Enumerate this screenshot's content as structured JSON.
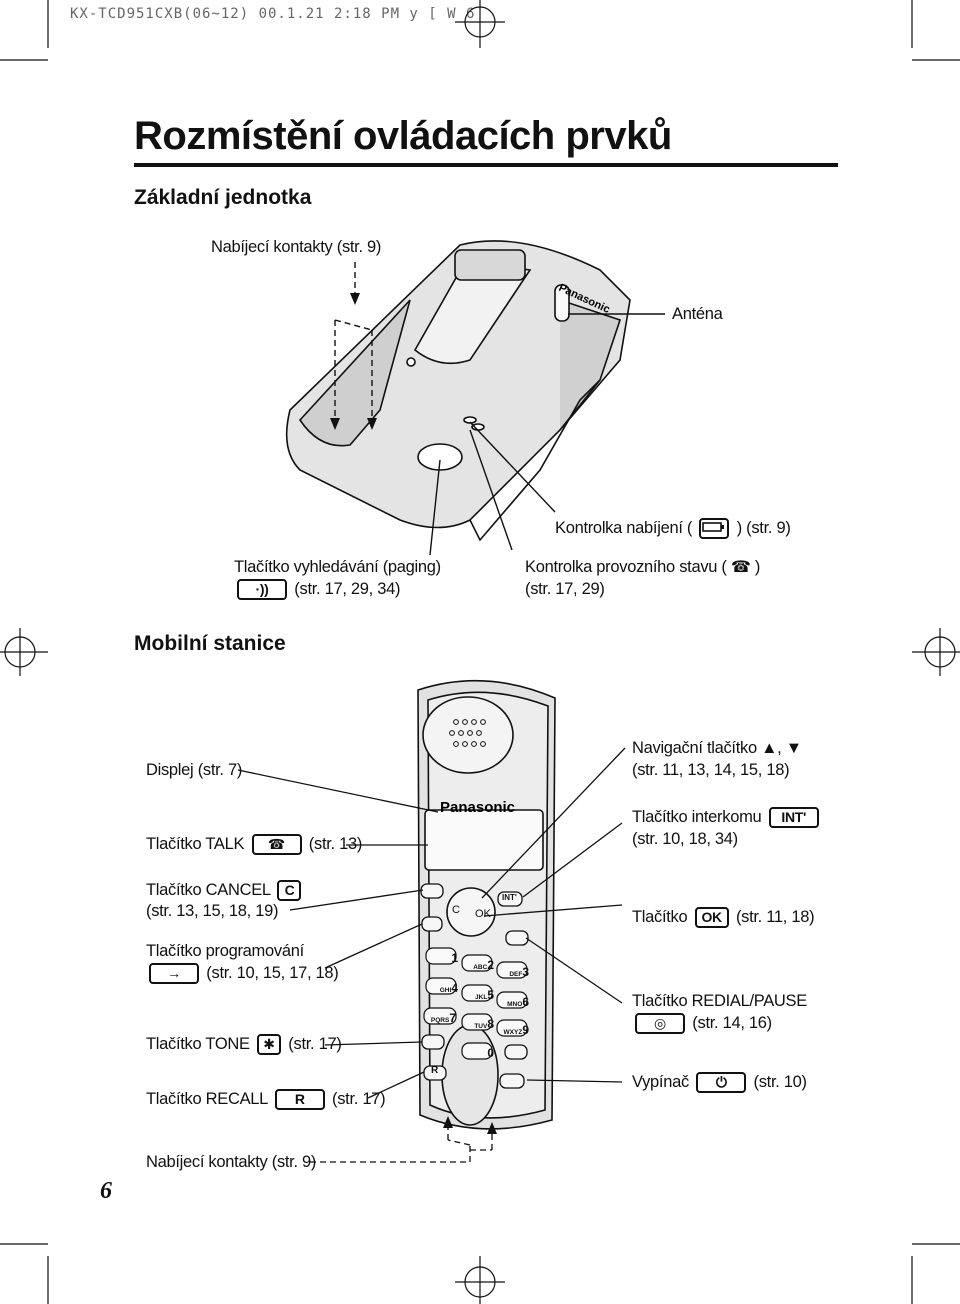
{
  "header": {
    "meta": "KX-TCD951CXB(06~12)  00.1.21 2:18 PM  y [ W  6"
  },
  "page": {
    "title": "Rozmístění ovládacích prvků",
    "number": "6"
  },
  "base_unit": {
    "heading": "Základní jednotka",
    "labels": {
      "charge_contacts": "Nabíjecí kontakty (str. 9)",
      "antenna": "Anténa",
      "charge_indicator_a": "Kontrolka nabíjení (",
      "charge_indicator_b": ") (str. 9)",
      "paging_line1": "Tlačítko vyhledávání (paging)",
      "paging_line2": "(str. 17, 29, 34)",
      "inuse_line1_a": "Kontrolka provozního stavu (",
      "inuse_line1_b": ")",
      "inuse_line2": "(str. 17, 29)"
    },
    "brand": "Panasonic"
  },
  "handset": {
    "heading": "Mobilní stanice",
    "brand": "Panasonic",
    "left_labels": {
      "display": "Displej (str. 7)",
      "talk_a": "Tlačítko TALK",
      "talk_b": "(str. 13)",
      "cancel_line1": "Tlačítko CANCEL",
      "cancel_key": "C",
      "cancel_line2": "(str. 13, 15, 18, 19)",
      "program_line1": "Tlačítko programování",
      "program_line2": "(str. 10, 15, 17, 18)",
      "tone_a": "Tlačítko TONE",
      "tone_b": "(str. 17)",
      "recall_a": "Tlačítko RECALL",
      "recall_key": "R",
      "recall_b": "(str. 17)",
      "charge_contacts": "Nabíjecí kontakty (str. 9)"
    },
    "right_labels": {
      "nav_line1": "Navigační tlačítko ▲, ▼",
      "nav_line2": "(str. 11, 13, 14, 15, 18)",
      "intercom_line1": "Tlačítko interkomu",
      "intercom_key": "INT'",
      "intercom_line2": "(str. 10, 18, 34)",
      "ok_a": "Tlačítko",
      "ok_key": "OK",
      "ok_b": "(str. 11, 18)",
      "redial_line1": "Tlačítko REDIAL/PAUSE",
      "redial_line2": "(str. 14, 16)",
      "power_a": "Vypínač",
      "power_b": "(str. 10)"
    },
    "keypad": {
      "nav_c": "C",
      "nav_ok": "OK",
      "int_key": "INT'",
      "keys": [
        {
          "digit": "1",
          "letters": ""
        },
        {
          "digit": "2",
          "letters": "ABC"
        },
        {
          "digit": "3",
          "letters": "DEF"
        },
        {
          "digit": "4",
          "letters": "GHI"
        },
        {
          "digit": "5",
          "letters": "JKL"
        },
        {
          "digit": "6",
          "letters": "MNO"
        },
        {
          "digit": "7",
          "letters": "PQRS"
        },
        {
          "digit": "8",
          "letters": "TUV"
        },
        {
          "digit": "9",
          "letters": "WXYZ"
        },
        {
          "digit": "0",
          "letters": ""
        }
      ],
      "recall": "R"
    }
  }
}
